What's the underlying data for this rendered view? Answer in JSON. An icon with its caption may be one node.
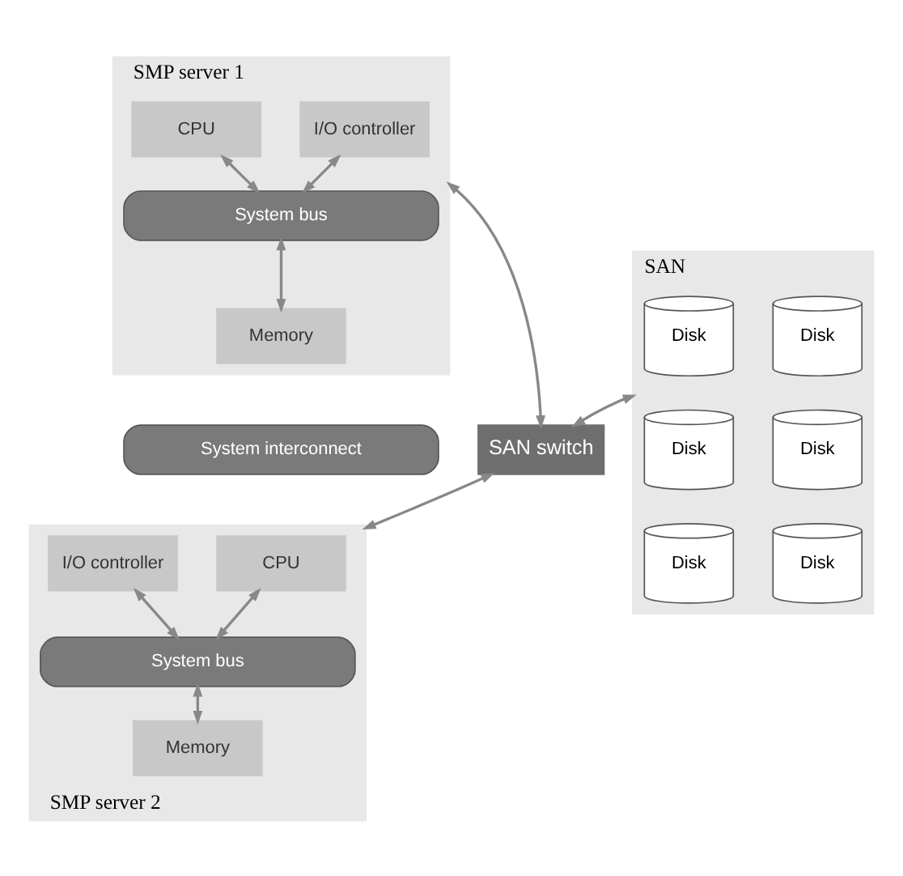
{
  "diagram": {
    "nodes": [
      {
        "text": [
          "SMP server 1"
        ]
      },
      {
        "text": [
          "CPU"
        ],
        "in": 0
      },
      {
        "text": [
          "I/O controller"
        ],
        "in": 0
      },
      {
        "text": [
          "System bus"
        ],
        "in": 0
      },
      {
        "text": [
          "Memory"
        ],
        "in": 0
      },
      {
        "text": [
          "System interconnect"
        ]
      },
      {
        "text": [
          "SMP server 2"
        ]
      },
      {
        "text": [
          "CPU"
        ],
        "in": 6
      },
      {
        "text": [
          "I/O controller"
        ],
        "in": 6
      },
      {
        "text": [
          "System bus"
        ],
        "in": 6
      },
      {
        "text": [
          "Memory"
        ],
        "in": 6
      },
      {
        "text": [
          "SAN switch"
        ]
      },
      {
        "text": [
          "SAN"
        ]
      },
      {
        "text": [
          "Disk"
        ],
        "in": 12
      },
      {
        "text": [
          "Disk"
        ],
        "in": 12
      },
      {
        "text": [
          "Disk"
        ],
        "in": 12
      },
      {
        "text": [
          "Disk"
        ],
        "in": 12
      },
      {
        "text": [
          "Disk"
        ],
        "in": 12
      },
      {
        "text": [
          "Disk"
        ],
        "in": 12
      }
    ],
    "edges": [
      {
        "from": 1,
        "to": 3,
        "arrow": "both"
      },
      {
        "from": 2,
        "to": 3,
        "arrow": "both"
      },
      {
        "from": 3,
        "to": 4,
        "arrow": "both"
      },
      {
        "from": 7,
        "to": 9,
        "arrow": "both"
      },
      {
        "from": 8,
        "to": 9,
        "arrow": "both"
      },
      {
        "from": 9,
        "to": 10,
        "arrow": "both"
      },
      {
        "from": 0,
        "to": 11,
        "arrow": "both"
      },
      {
        "from": 6,
        "to": 11,
        "arrow": "both"
      },
      {
        "from": 11,
        "to": 12,
        "arrow": "both"
      }
    ]
  }
}
